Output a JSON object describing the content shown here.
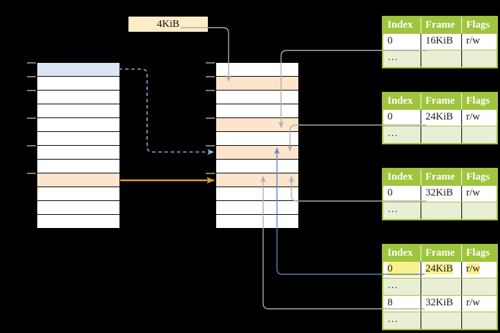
{
  "size_label": {
    "text": "4KiB"
  },
  "colors": {
    "green": "#9fc43d",
    "row_lgreen": "#e9efd5",
    "row_blue": "#dbe6f4",
    "row_orange": "#fde4cd",
    "box_cream": "#fdecc8",
    "yellow_hl": "#f9f18f",
    "line_gray": "#adadad",
    "line_blue": "#5b84bc",
    "line_dashblue": "#8fb0d9",
    "line_orange": "#dda026",
    "tick_gray": "#7f7f7f"
  },
  "memory_columns": {
    "left": {
      "rows": 12,
      "highlighted_rows": [
        {
          "index": 0,
          "style": "blue"
        },
        {
          "index": 8,
          "style": "orange"
        }
      ],
      "tick_rows": [
        0,
        1,
        2,
        4,
        6,
        8
      ]
    },
    "middle": {
      "rows": 12,
      "highlighted_rows": [
        {
          "index": 1,
          "style": "orange"
        },
        {
          "index": 4,
          "style": "orange"
        },
        {
          "index": 6,
          "style": "orange"
        },
        {
          "index": 8,
          "style": "orange"
        }
      ],
      "tick_rows": [
        0,
        1,
        2,
        4,
        6,
        8
      ]
    }
  },
  "frame_tables": [
    {
      "headers": [
        "Index",
        "Frame",
        "Flags"
      ],
      "rows": [
        {
          "style": "value",
          "cells": [
            "0",
            "16KiB",
            "r/w"
          ]
        },
        {
          "style": "ellipsis",
          "cells": [
            "…",
            "",
            ""
          ]
        }
      ]
    },
    {
      "headers": [
        "Index",
        "Frame",
        "Flags"
      ],
      "rows": [
        {
          "style": "value",
          "cells": [
            "0",
            "24KiB",
            "r/w"
          ]
        },
        {
          "style": "ellipsis",
          "cells": [
            "…",
            "",
            ""
          ]
        }
      ]
    },
    {
      "headers": [
        "Index",
        "Frame",
        "Flags"
      ],
      "rows": [
        {
          "style": "value",
          "cells": [
            "0",
            "32KiB",
            "r/w"
          ]
        },
        {
          "style": "ellipsis",
          "cells": [
            "…",
            "",
            ""
          ]
        }
      ]
    },
    {
      "headers": [
        "Index",
        "Frame",
        "Flags"
      ],
      "rows": [
        {
          "style": "value",
          "cells": [
            "0",
            "24KiB",
            "r/w"
          ],
          "highlighted": true
        },
        {
          "style": "ellipsis",
          "cells": [
            "…",
            "",
            ""
          ]
        },
        {
          "style": "value",
          "cells": [
            "8",
            "32KiB",
            "r/w"
          ]
        },
        {
          "style": "ellipsis",
          "cells": [
            "…",
            "",
            ""
          ]
        }
      ]
    }
  ],
  "arrows": [
    {
      "name": "size-label-to-middle-row1",
      "color": "gray"
    },
    {
      "name": "table1-to-middle-row4",
      "color": "gray"
    },
    {
      "name": "table2-to-middle-row6",
      "color": "gray"
    },
    {
      "name": "table3-to-middle-row8",
      "color": "gray"
    },
    {
      "name": "table4-row0-to-middle-row6",
      "color": "blue"
    },
    {
      "name": "table4-row8-to-middle-row8",
      "color": "gray"
    },
    {
      "name": "left-row0-to-middle-row6",
      "color": "dashed-blue"
    },
    {
      "name": "left-row8-to-middle-row8",
      "color": "orange"
    }
  ]
}
